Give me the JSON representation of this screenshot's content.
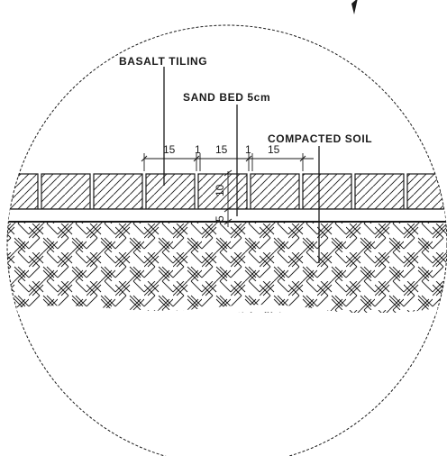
{
  "labels": {
    "basalt_tiling": "BASALT TILING",
    "sand_bed": "SAND BED 5cm",
    "compacted_soil": "COMPACTED SOIL"
  },
  "dimensions": {
    "tile_width_1": "15",
    "joint_1": "1",
    "tile_width_2": "15",
    "joint_2": "1",
    "tile_width_3": "15",
    "tile_thickness": "10",
    "sand_thickness": "5"
  },
  "colors": {
    "ink": "#1a1a1a",
    "background": "#ffffff"
  }
}
